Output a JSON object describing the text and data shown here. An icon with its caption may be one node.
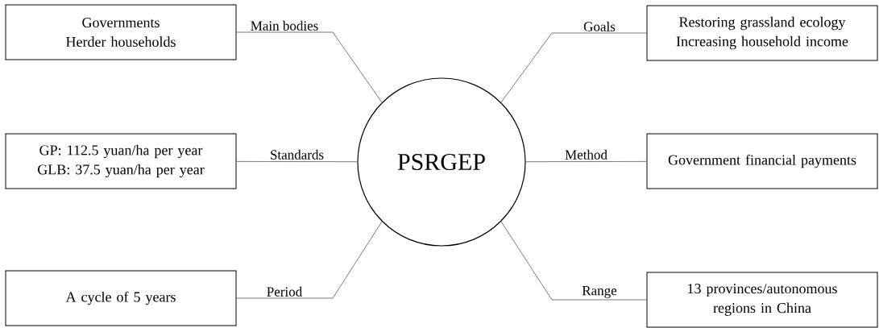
{
  "diagram": {
    "nodes": [
      {
        "text": [
          "Governments",
          "Herder households"
        ]
      },
      {
        "text": [
          "Restoring grassland ecology",
          "Increasing household income"
        ]
      },
      {
        "text": [
          "GP: 112.5 yuan/ha per year",
          "GLB: 37.5 yuan/ha per year"
        ]
      },
      {
        "text": [
          "PSRGEP"
        ]
      },
      {
        "text": [
          "Government financial payments"
        ]
      },
      {
        "text": [
          "A cycle of 5 years"
        ]
      },
      {
        "text": [
          "13 provinces/autonomous regions in China"
        ]
      }
    ],
    "edges": [
      {
        "from": 3,
        "to": 0,
        "arrow": "none",
        "label": "Main bodies"
      },
      {
        "from": 3,
        "to": 1,
        "arrow": "none",
        "label": "Goals"
      },
      {
        "from": 3,
        "to": 2,
        "arrow": "none",
        "label": "Standards"
      },
      {
        "from": 3,
        "to": 4,
        "arrow": "none",
        "label": "Method"
      },
      {
        "from": 3,
        "to": 5,
        "arrow": "none",
        "label": "Period"
      },
      {
        "from": 3,
        "to": 6,
        "arrow": "none",
        "label": "Range"
      }
    ]
  }
}
